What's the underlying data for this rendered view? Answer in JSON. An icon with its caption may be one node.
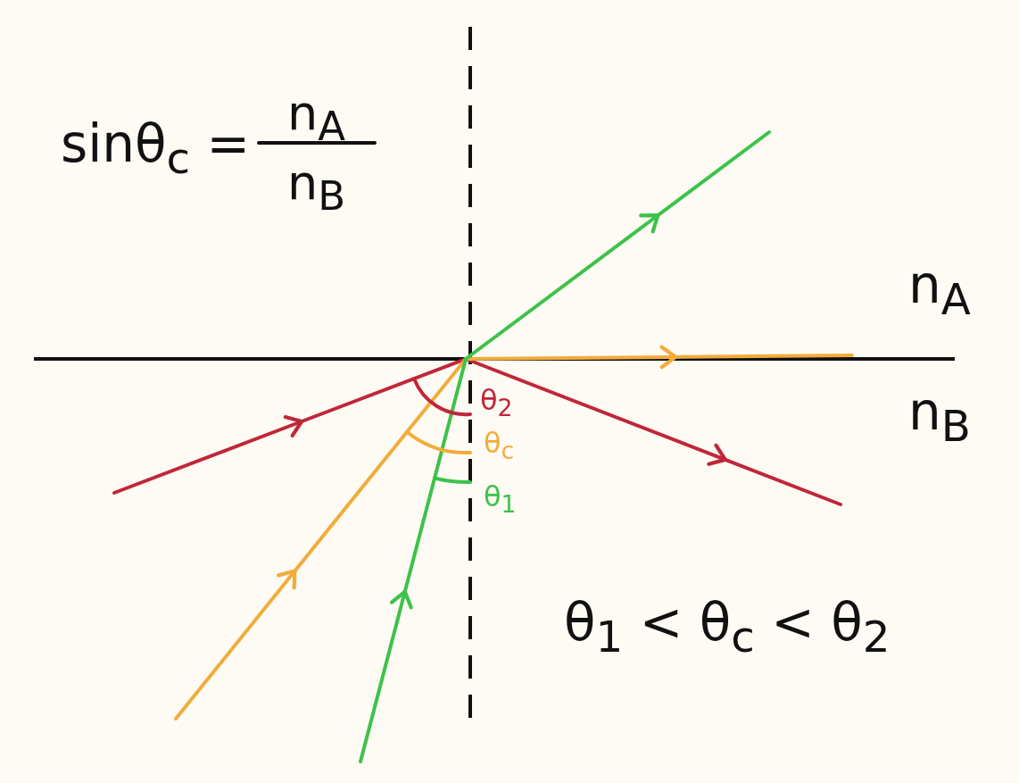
{
  "diagram": {
    "labels": [
      "sinθ$_{c}$ =",
      "n$_{A}$",
      "n$_{B}$",
      "n$_{A}$",
      "n$_{B}$",
      "θ$_{2}$",
      "θ$_{c}$",
      "θ$_{1}$",
      "θ$_{1}$ < θ$_{c}$ < θ$_{2}$"
    ]
  }
}
